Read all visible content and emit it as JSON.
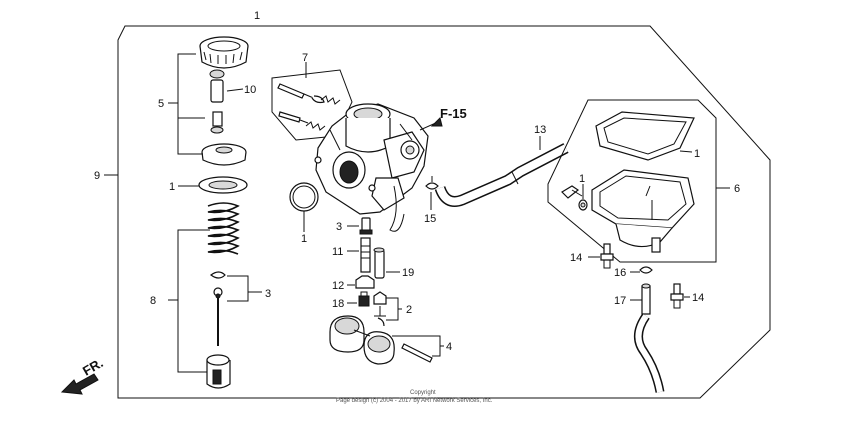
{
  "diagram": {
    "refs": {
      "f15": "F-15",
      "front": "FR."
    },
    "callouts": {
      "c1_top": "1",
      "c1_left": "1",
      "c1_ring": "1",
      "c1_gasket": "1",
      "c1_bolt": "1",
      "c2": "2",
      "c3_left": "3",
      "c3_mid": "3",
      "c4": "4",
      "c5": "5",
      "c6": "6",
      "c7": "7",
      "c8": "8",
      "c9": "9",
      "c10": "10",
      "c11": "11",
      "c12": "12",
      "c13": "13",
      "c14_a": "14",
      "c14_b": "14",
      "c15": "15",
      "c16": "16",
      "c17": "17",
      "c18": "18",
      "c19": "19"
    },
    "copyright_line1": "Copyright",
    "copyright_line2": "Page design (c) 2004 - 2017 by ARI Network Services, Inc."
  }
}
